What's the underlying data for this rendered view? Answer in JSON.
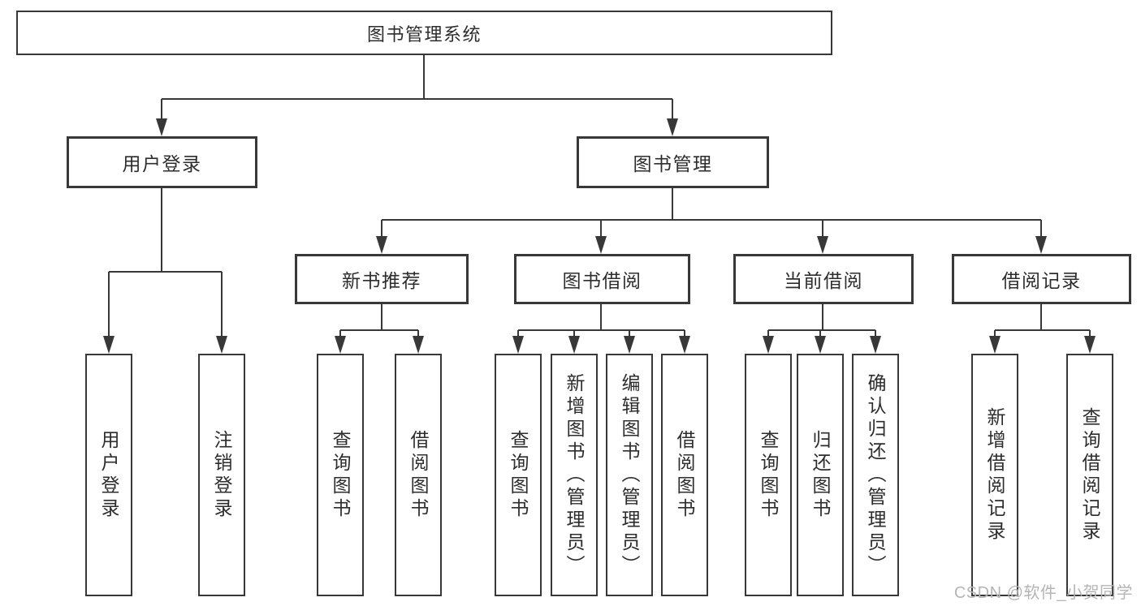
{
  "colors": {
    "line": "#383838",
    "text": "#2d2d2d",
    "watermark": "#b5b5b5",
    "background": "#ffffff"
  },
  "tree": {
    "root": "图书管理系统",
    "branches": [
      {
        "label": "用户登录",
        "children": [
          "用户登录",
          "注销登录"
        ]
      },
      {
        "label": "图书管理",
        "children": [
          {
            "label": "新书推荐",
            "children": [
              "查询图书",
              "借阅图书"
            ]
          },
          {
            "label": "图书借阅",
            "children": [
              "查询图书",
              "新增图书（管理员）",
              "编辑图书（管理员）",
              "借阅图书"
            ]
          },
          {
            "label": "当前借阅",
            "children": [
              "查询图书",
              "归还图书",
              "确认归还（管理员）"
            ]
          },
          {
            "label": "借阅记录",
            "children": [
              "新增借阅记录",
              "查询借阅记录"
            ]
          }
        ]
      }
    ]
  },
  "watermark": {
    "text": "CSDN @软件_小贺同学"
  }
}
